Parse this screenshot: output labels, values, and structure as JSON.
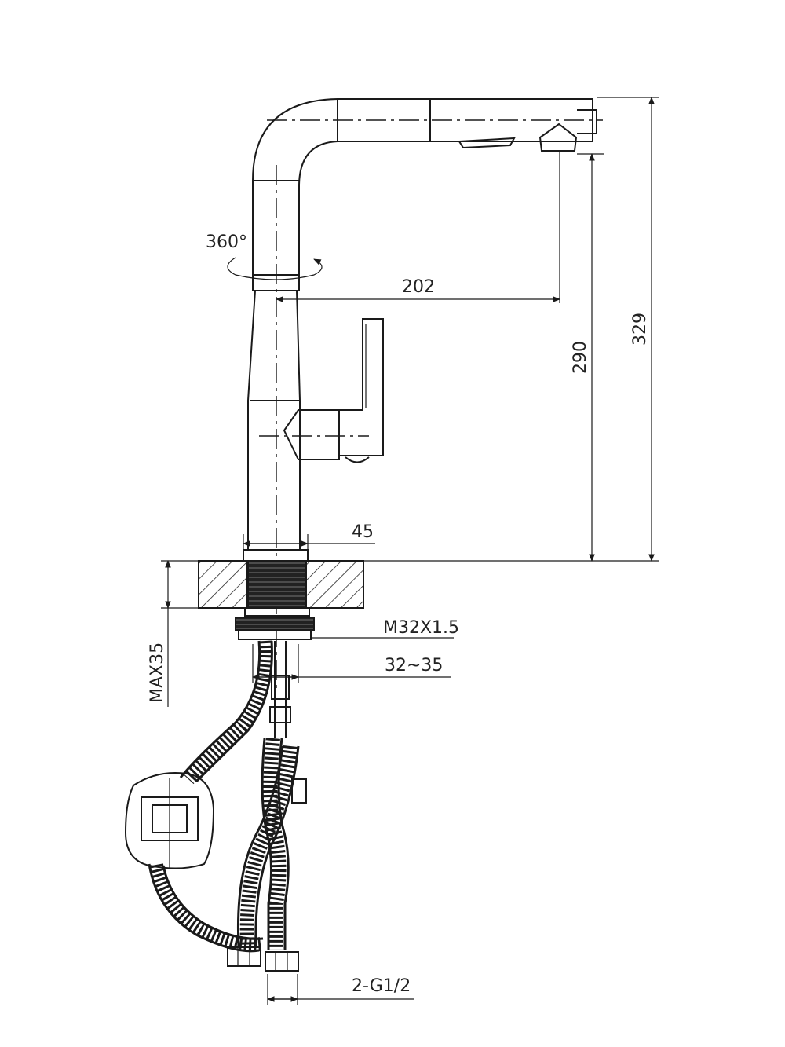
{
  "dimensions": {
    "rotation": "360°",
    "reach": "202",
    "spout_height": "290",
    "total_height": "329",
    "base_diameter": "45",
    "thread": "M32X1.5",
    "hole_range": "32~35",
    "max_thickness": "MAX35",
    "connections": "2-G1/2"
  }
}
